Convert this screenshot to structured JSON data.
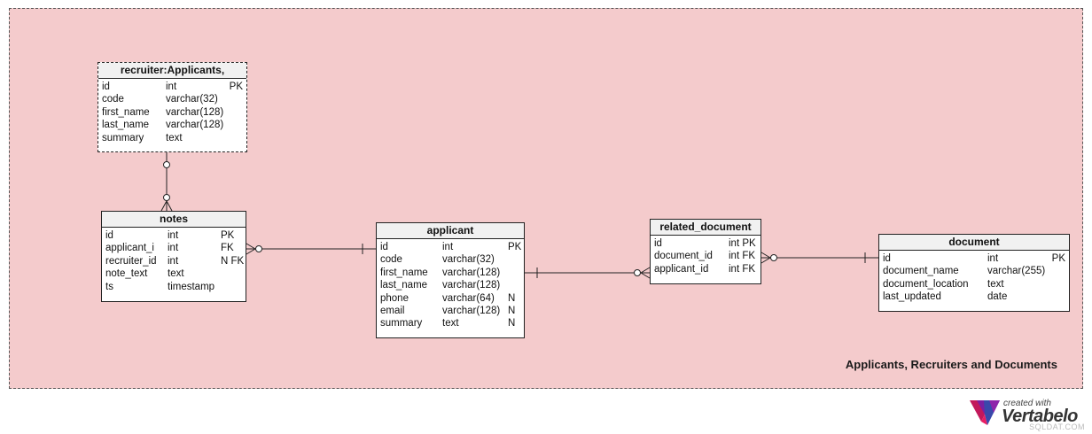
{
  "diagram": {
    "area_title": "Applicants, Recruiters and Documents",
    "colors": {
      "area_background": "#f4cbcc",
      "table_header": "#f1f1f1",
      "line": "#222222"
    }
  },
  "tables": {
    "recruiter": {
      "title": "recruiter:Applicants,",
      "kind": "view",
      "columns": [
        {
          "name": "id",
          "type": "int",
          "flags": "PK"
        },
        {
          "name": "code",
          "type": "varchar(32)",
          "flags": ""
        },
        {
          "name": "first_name",
          "type": "varchar(128)",
          "flags": ""
        },
        {
          "name": "last_name",
          "type": "varchar(128)",
          "flags": ""
        },
        {
          "name": "summary",
          "type": "text",
          "flags": ""
        }
      ]
    },
    "notes": {
      "title": "notes",
      "columns": [
        {
          "name": "id",
          "type": "int",
          "flags": "PK"
        },
        {
          "name": "applicant_i",
          "type": "int",
          "flags": "FK"
        },
        {
          "name": "recruiter_id",
          "type": "int",
          "flags": "N FK"
        },
        {
          "name": "note_text",
          "type": "text",
          "flags": ""
        },
        {
          "name": "ts",
          "type": "timestamp",
          "flags": ""
        }
      ]
    },
    "applicant": {
      "title": "applicant",
      "columns": [
        {
          "name": "id",
          "type": "int",
          "flags": "PK"
        },
        {
          "name": "code",
          "type": "varchar(32)",
          "flags": ""
        },
        {
          "name": "first_name",
          "type": "varchar(128)",
          "flags": ""
        },
        {
          "name": "last_name",
          "type": "varchar(128)",
          "flags": ""
        },
        {
          "name": "phone",
          "type": "varchar(64)",
          "flags": "N"
        },
        {
          "name": "email",
          "type": "varchar(128)",
          "flags": "N"
        },
        {
          "name": "summary",
          "type": "text",
          "flags": "N"
        }
      ]
    },
    "related_document": {
      "title": "related_document",
      "columns": [
        {
          "name": "id",
          "type": "int PK",
          "flags": ""
        },
        {
          "name": "document_id",
          "type": "int FK",
          "flags": ""
        },
        {
          "name": "applicant_id",
          "type": "int FK",
          "flags": ""
        }
      ]
    },
    "document": {
      "title": "document",
      "columns": [
        {
          "name": "id",
          "type": "int",
          "flags": "PK"
        },
        {
          "name": "document_name",
          "type": "varchar(255)",
          "flags": ""
        },
        {
          "name": "document_location",
          "type": "text",
          "flags": ""
        },
        {
          "name": "last_updated",
          "type": "date",
          "flags": ""
        }
      ]
    }
  },
  "logo": {
    "created_with": "created with",
    "brand": "Vertabelo",
    "watermark": "SQLDAT.COM"
  }
}
